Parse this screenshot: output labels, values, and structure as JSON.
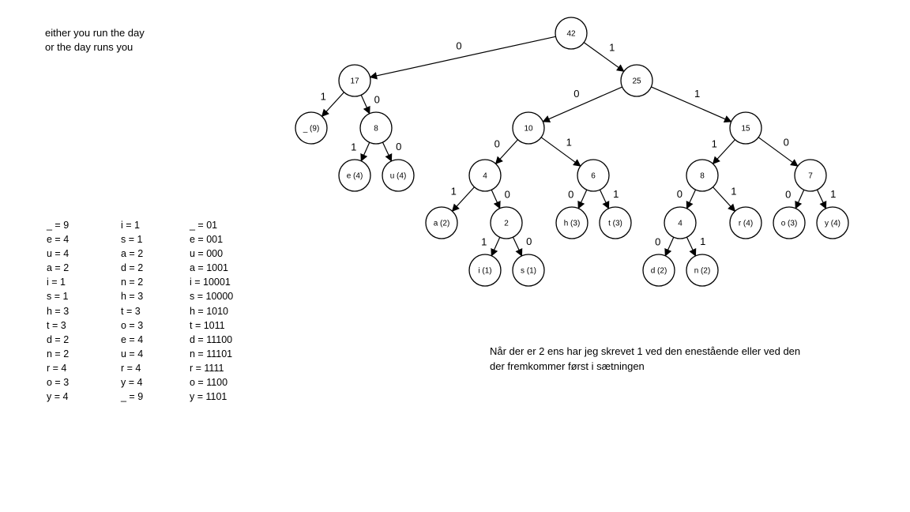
{
  "quote": {
    "line1": "either you run the day",
    "line2": "or the day runs you"
  },
  "frequencies": [
    "_ = 9",
    "e = 4",
    "u = 4",
    "a = 2",
    "i = 1",
    "s = 1",
    "h = 3",
    "t = 3",
    "d = 2",
    "n = 2",
    "r = 4",
    "o = 3",
    "y = 4"
  ],
  "sorted_frequencies": [
    "i = 1",
    "s = 1",
    "a = 2",
    "d = 2",
    "n = 2",
    "h = 3",
    "t = 3",
    "o = 3",
    "e = 4",
    "u = 4",
    "r = 4",
    "y = 4",
    "_ = 9"
  ],
  "codes": [
    "_ = 01",
    "e = 001",
    "u = 000",
    "a = 1001",
    "i = 10001",
    "s = 10000",
    "h = 1010",
    "t = 1011",
    "d = 11100",
    "n = 11101",
    "r = 1111",
    "o = 1100",
    "y = 1101"
  ],
  "note": {
    "line1": "Når der er 2 ens har jeg skrevet 1 ved den enestående eller ved den",
    "line2": "der fremkommer først i sætningen"
  },
  "tree": {
    "nodes": [
      {
        "id": "root",
        "label": "42"
      },
      {
        "id": "n17",
        "label": "17"
      },
      {
        "id": "n25",
        "label": "25"
      },
      {
        "id": "space",
        "label": "_ (9)"
      },
      {
        "id": "n8a",
        "label": "8"
      },
      {
        "id": "e",
        "label": "e (4)"
      },
      {
        "id": "u",
        "label": "u (4)"
      },
      {
        "id": "n10",
        "label": "10"
      },
      {
        "id": "n15",
        "label": "15"
      },
      {
        "id": "n4a",
        "label": "4"
      },
      {
        "id": "n6",
        "label": "6"
      },
      {
        "id": "a",
        "label": "a (2)"
      },
      {
        "id": "n2",
        "label": "2"
      },
      {
        "id": "i",
        "label": "i (1)"
      },
      {
        "id": "s",
        "label": "s (1)"
      },
      {
        "id": "h",
        "label": "h (3)"
      },
      {
        "id": "t",
        "label": "t (3)"
      },
      {
        "id": "n8b",
        "label": "8"
      },
      {
        "id": "n7",
        "label": "7"
      },
      {
        "id": "n4b",
        "label": "4"
      },
      {
        "id": "r",
        "label": "r (4)"
      },
      {
        "id": "d",
        "label": "d (2)"
      },
      {
        "id": "n",
        "label": "n (2)"
      },
      {
        "id": "o",
        "label": "o (3)"
      },
      {
        "id": "y",
        "label": "y (4)"
      }
    ],
    "edges": [
      {
        "from": "root",
        "to": "n17",
        "label": "0"
      },
      {
        "from": "root",
        "to": "n25",
        "label": "1"
      },
      {
        "from": "n17",
        "to": "space",
        "label": "1"
      },
      {
        "from": "n17",
        "to": "n8a",
        "label": "0"
      },
      {
        "from": "n8a",
        "to": "e",
        "label": "1"
      },
      {
        "from": "n8a",
        "to": "u",
        "label": "0"
      },
      {
        "from": "n25",
        "to": "n10",
        "label": "0"
      },
      {
        "from": "n25",
        "to": "n15",
        "label": "1"
      },
      {
        "from": "n10",
        "to": "n4a",
        "label": "0"
      },
      {
        "from": "n10",
        "to": "n6",
        "label": "1"
      },
      {
        "from": "n4a",
        "to": "a",
        "label": "1"
      },
      {
        "from": "n4a",
        "to": "n2",
        "label": "0"
      },
      {
        "from": "n2",
        "to": "i",
        "label": "1"
      },
      {
        "from": "n2",
        "to": "s",
        "label": "0"
      },
      {
        "from": "n6",
        "to": "h",
        "label": "0"
      },
      {
        "from": "n6",
        "to": "t",
        "label": "1"
      },
      {
        "from": "n15",
        "to": "n8b",
        "label": "1"
      },
      {
        "from": "n15",
        "to": "n7",
        "label": "0"
      },
      {
        "from": "n8b",
        "to": "n4b",
        "label": "0"
      },
      {
        "from": "n8b",
        "to": "r",
        "label": "1"
      },
      {
        "from": "n4b",
        "to": "d",
        "label": "0"
      },
      {
        "from": "n4b",
        "to": "n",
        "label": "1"
      },
      {
        "from": "n7",
        "to": "o",
        "label": "0"
      },
      {
        "from": "n7",
        "to": "y",
        "label": "1"
      }
    ]
  }
}
